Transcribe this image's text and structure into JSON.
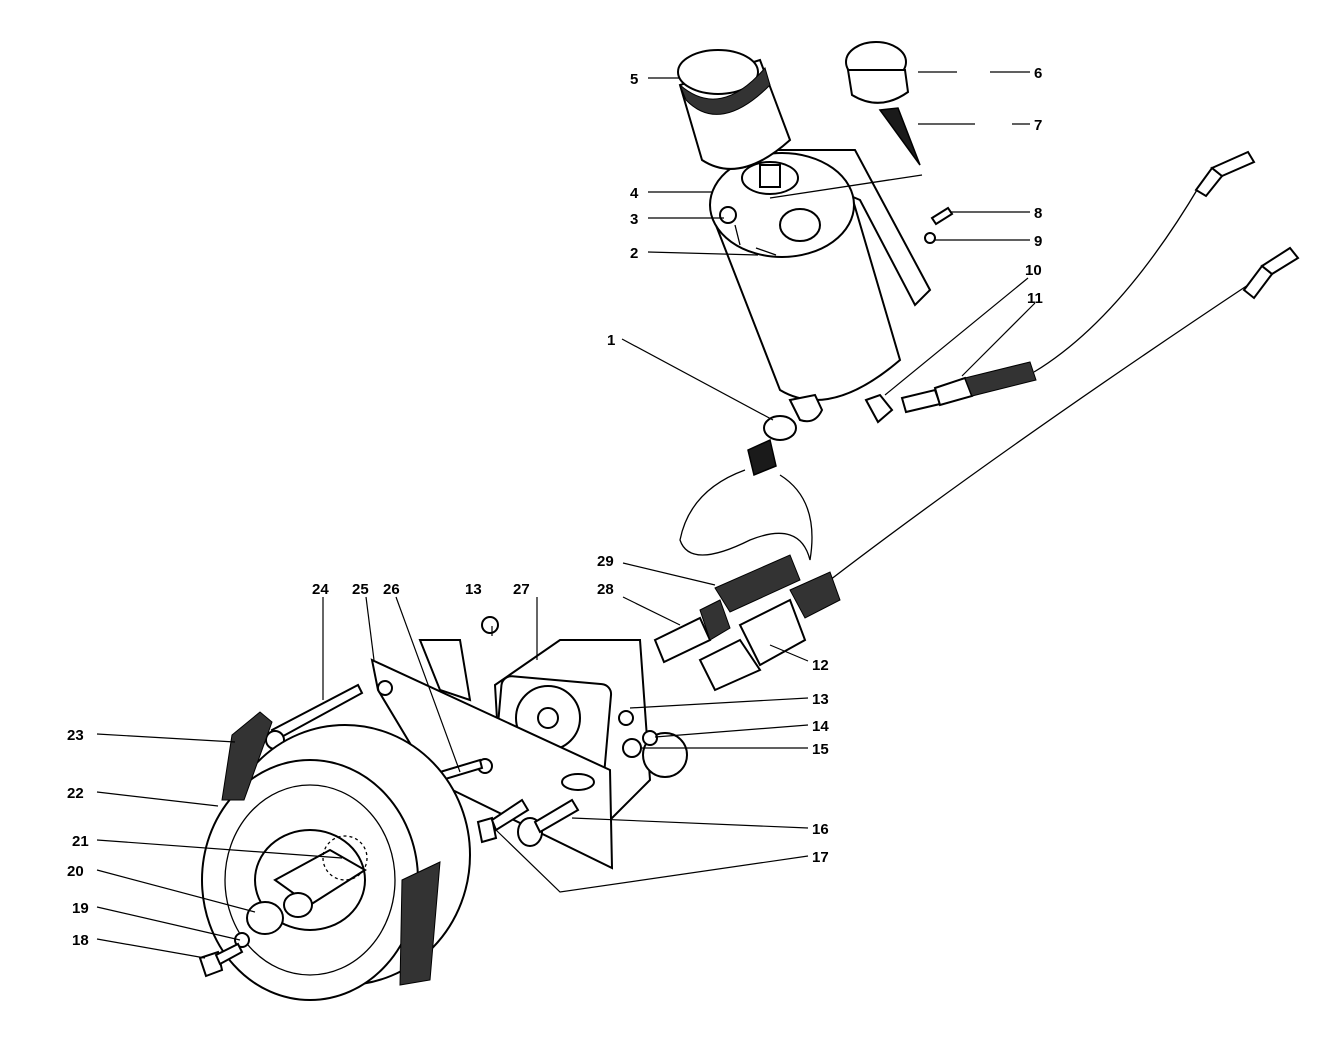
{
  "diagram": {
    "callouts": [
      {
        "id": "c1",
        "text": "1"
      },
      {
        "id": "c2",
        "text": "2"
      },
      {
        "id": "c3",
        "text": "3"
      },
      {
        "id": "c4",
        "text": "4"
      },
      {
        "id": "c5",
        "text": "5"
      },
      {
        "id": "c6",
        "text": "6"
      },
      {
        "id": "c7",
        "text": "7"
      },
      {
        "id": "c8",
        "text": "8"
      },
      {
        "id": "c9",
        "text": "9"
      },
      {
        "id": "c10",
        "text": "10"
      },
      {
        "id": "c11",
        "text": "11"
      },
      {
        "id": "c12",
        "text": "12"
      },
      {
        "id": "c13a",
        "text": "13"
      },
      {
        "id": "c13b",
        "text": "13"
      },
      {
        "id": "c14",
        "text": "14"
      },
      {
        "id": "c15",
        "text": "15"
      },
      {
        "id": "c16",
        "text": "16"
      },
      {
        "id": "c17",
        "text": "17"
      },
      {
        "id": "c18",
        "text": "18"
      },
      {
        "id": "c19",
        "text": "19"
      },
      {
        "id": "c20",
        "text": "20"
      },
      {
        "id": "c21",
        "text": "21"
      },
      {
        "id": "c22",
        "text": "22"
      },
      {
        "id": "c23",
        "text": "23"
      },
      {
        "id": "c24",
        "text": "24"
      },
      {
        "id": "c25",
        "text": "25"
      },
      {
        "id": "c26",
        "text": "26"
      },
      {
        "id": "c27",
        "text": "27"
      },
      {
        "id": "c28",
        "text": "28"
      },
      {
        "id": "c29",
        "text": "29"
      }
    ]
  }
}
